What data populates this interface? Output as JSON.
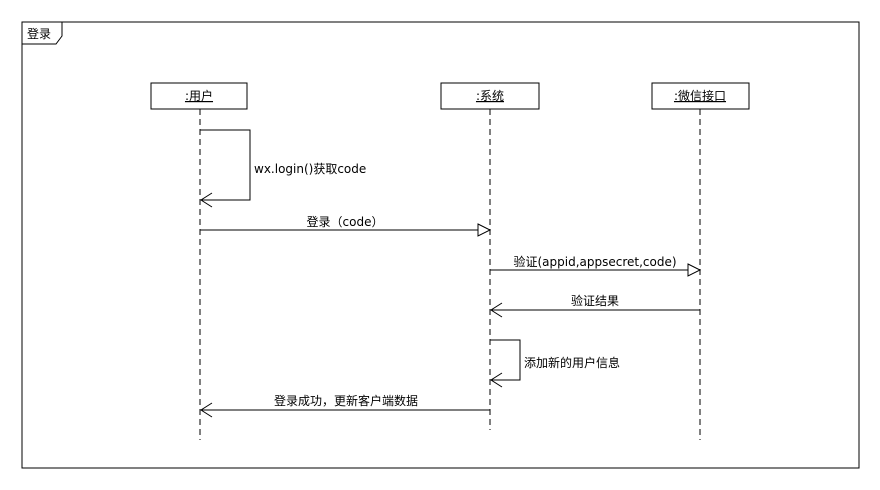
{
  "frame": {
    "title": "登录"
  },
  "lifelines": [
    {
      "label": ":用户"
    },
    {
      "label": ":系统"
    },
    {
      "label": ":微信接口"
    }
  ],
  "messages": [
    {
      "label": "wx.login()获取code",
      "from": 0,
      "to": 0
    },
    {
      "label": "登录（code）",
      "from": 0,
      "to": 1
    },
    {
      "label": "验证(appid,appsecret,code)",
      "from": 1,
      "to": 2
    },
    {
      "label": "验证结果",
      "from": 2,
      "to": 1
    },
    {
      "label": "添加新的用户信息",
      "from": 1,
      "to": 1
    },
    {
      "label": "登录成功，更新客户端数据",
      "from": 1,
      "to": 0
    }
  ]
}
